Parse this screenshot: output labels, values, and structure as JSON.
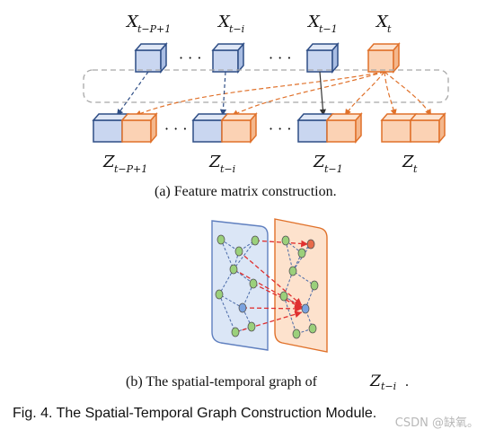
{
  "colors": {
    "blue_fill": "#c9d6f0",
    "blue_stroke": "#2f4e86",
    "orange_fill": "#fbd2b4",
    "orange_stroke": "#e0712a",
    "node_green": "#9bd07b",
    "node_blue": "#7aa2df",
    "graph_blue_panel": "#dbe6f6",
    "graph_orange_panel": "#fde2cd"
  },
  "panel_a": {
    "top_labels": [
      {
        "base": "X",
        "sub": "t−P+1"
      },
      {
        "base": "X",
        "sub": "t−i"
      },
      {
        "base": "X",
        "sub": "t−1"
      },
      {
        "base": "X",
        "sub": "t"
      }
    ],
    "bottom_labels": [
      {
        "base": "Z",
        "sub": "t−P+1"
      },
      {
        "base": "Z",
        "sub": "t−i"
      },
      {
        "base": "Z",
        "sub": "t−1"
      },
      {
        "base": "Z",
        "sub": "t"
      }
    ],
    "ellipsis": "· · ·",
    "caption": "(a)  Feature matrix construction."
  },
  "panel_b": {
    "caption_text": "(b)  The spatial-temporal graph of ",
    "caption_math_base": "Z",
    "caption_math_sub": "t−i",
    "caption_end": "."
  },
  "figure_caption": "Fig. 4. The Spatial-Temporal Graph Construction Module.",
  "watermark": "CSDN @缺氧。"
}
